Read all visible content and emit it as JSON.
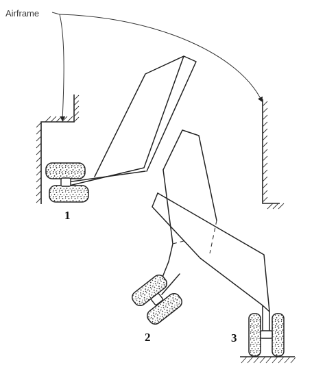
{
  "callout": {
    "airframe_label": "Airframe"
  },
  "stages": [
    {
      "number": "1"
    },
    {
      "number": "2"
    },
    {
      "number": "3"
    }
  ]
}
